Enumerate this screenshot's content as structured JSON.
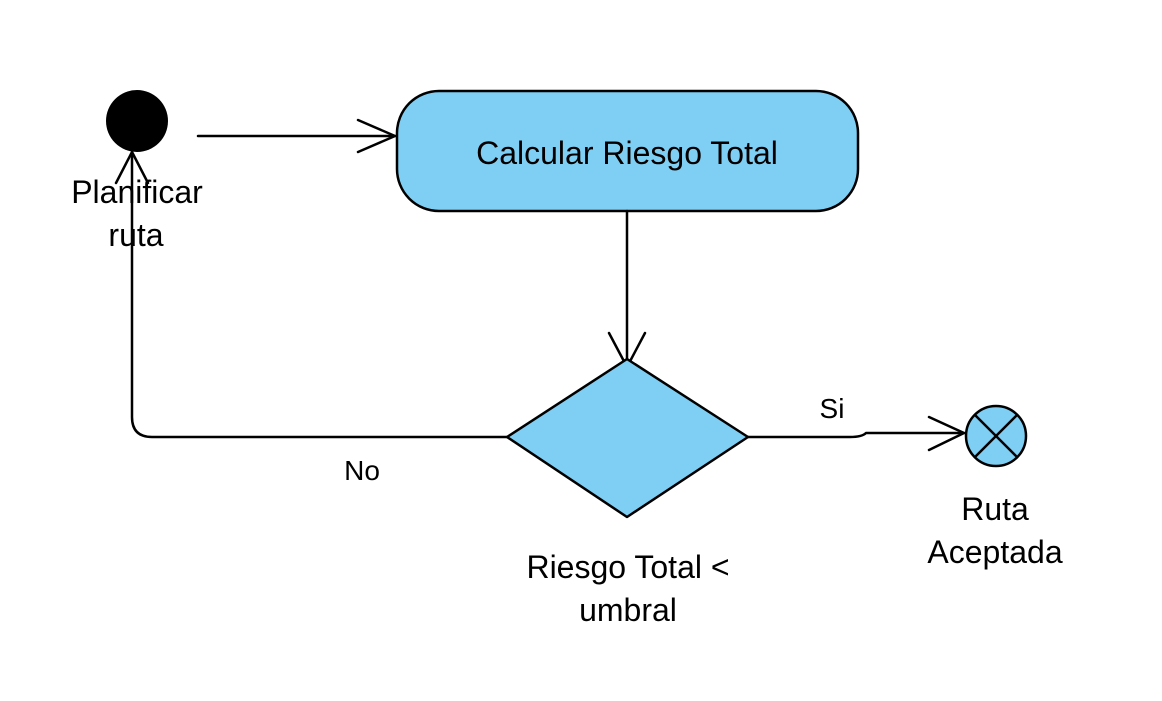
{
  "diagram": {
    "start_node": {
      "label_line1": "Planificar",
      "label_line2": "ruta"
    },
    "action_node": {
      "label": "Calcular Riesgo Total"
    },
    "decision_node": {
      "label_line1": "Riesgo Total <",
      "label_line2": "umbral"
    },
    "end_node": {
      "label_line1": "Ruta",
      "label_line2": "Aceptada"
    },
    "edges": {
      "yes_label": "Si",
      "no_label": "No"
    }
  },
  "colors": {
    "node_fill": "#7fcff4",
    "stroke": "#000000",
    "background": "#ffffff"
  }
}
